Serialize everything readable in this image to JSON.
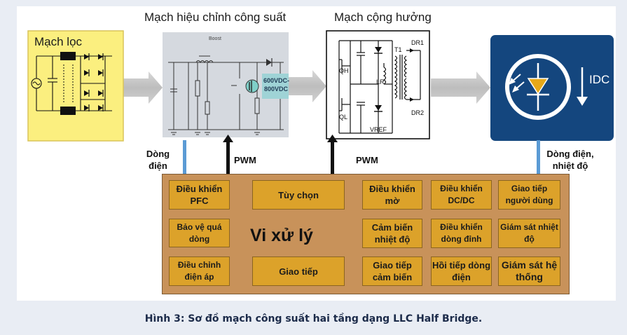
{
  "titles": {
    "filter": "Mạch lọc",
    "pfc": "Mạch hiệu chỉnh công suất",
    "resonant": "Mạch cộng hưởng"
  },
  "pfc_block": {
    "boost_label": "Boost",
    "voltage_label": "600VDC-800VDC"
  },
  "resonant_block": {
    "qh": "QH",
    "ql": "QL",
    "lr": "LR",
    "t1": "T1",
    "dr1": "DR1",
    "dr2": "DR2",
    "vref": "VREF"
  },
  "led_block": {
    "current_label": "IDC"
  },
  "signals": {
    "current_left": "Dòng điện",
    "pwm_1": "PWM",
    "pwm_2": "PWM",
    "current_temp": "Dòng điện, nhiệt độ"
  },
  "mcu": {
    "center_label": "Vi xử lý",
    "blocks": [
      "Điều khiển PFC",
      "Bảo vệ quá dòng",
      "Điều chỉnh điện áp",
      "Tùy chọn",
      "Giao tiếp",
      "Điều khiển mờ",
      "Cảm biến nhiệt độ",
      "Giao tiếp cảm biến",
      "Điều khiển DC/DC",
      "Điều khiển dòng đỉnh",
      "Hồi tiếp dòng điện",
      "Giao tiếp người dùng",
      "Giám sát nhiệt độ",
      "Giám sát hệ thống"
    ]
  },
  "caption": "Hình 3: Sơ đồ mạch công suất hai tầng dạng LLC Half Bridge.",
  "colors": {
    "filter_bg": "#fbef7f",
    "pfc_bg": "#d5d9df",
    "highlight": "#9fd3d6",
    "led_bg": "#14467e",
    "mcu_bg": "#c8925a",
    "block_bg": "#dca22a",
    "arrow_gray": "#c6c6c6",
    "signal_blue": "#5b9bd5"
  }
}
